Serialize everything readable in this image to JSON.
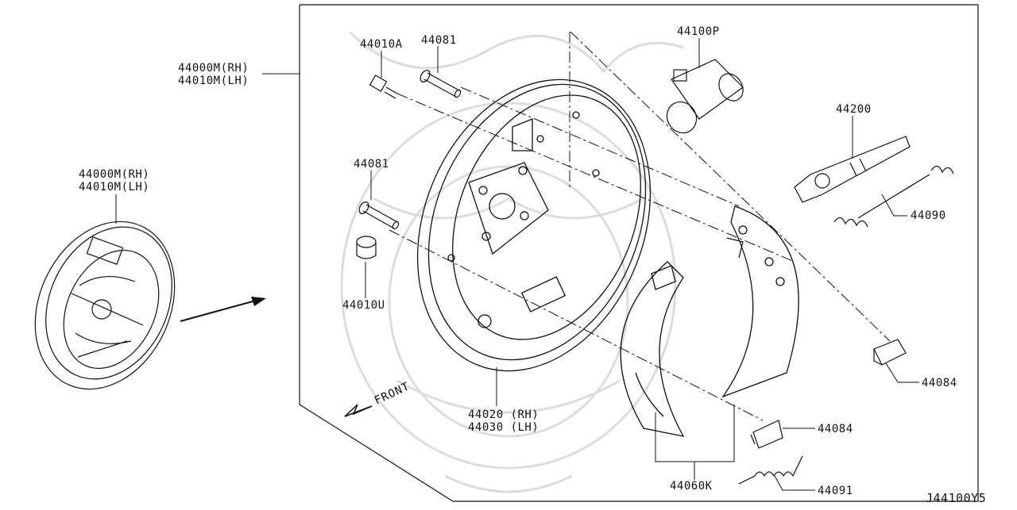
{
  "diagram_id": "J44100Y5",
  "front_label": "FRONT",
  "assembly": {
    "rh": "44000M(RH)",
    "lh": "44010M(LH)"
  },
  "parts": {
    "p44010A": "44010A",
    "p44081_top": "44081",
    "p44081_mid": "44081",
    "p44010U": "44010U",
    "p44100P": "44100P",
    "p44200": "44200",
    "p44090": "44090",
    "p44084_right": "44084",
    "p44084_bottom": "44084",
    "p44091": "44091",
    "p44060K": "44060K",
    "backing_plate": {
      "rh": "44020 (RH)",
      "lh": "44030 (LH)"
    }
  },
  "colors": {
    "line": "#111111",
    "watermark": "#dcdcdc",
    "background": "#ffffff"
  }
}
